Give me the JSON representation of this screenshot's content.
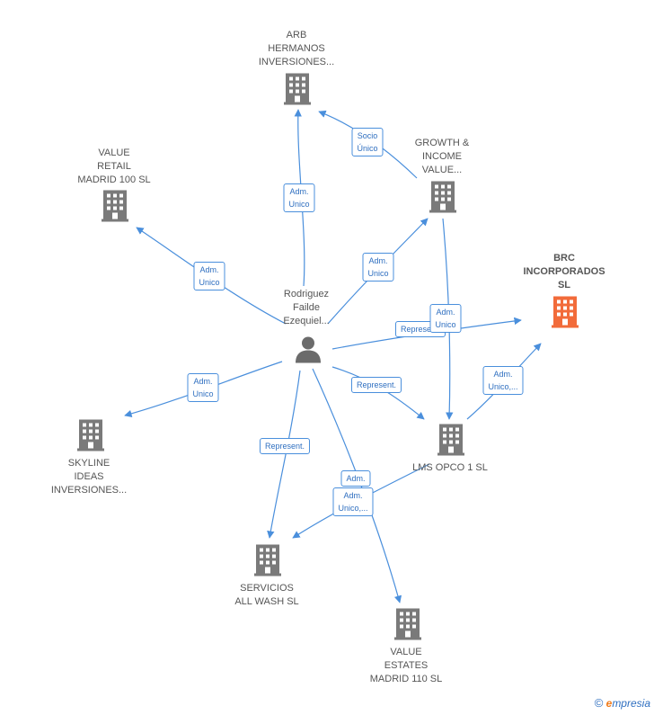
{
  "colors": {
    "edge": "#4a8fdc",
    "company": "#7a7a7a",
    "highlight": "#f26b3a",
    "person": "#6b6b6b"
  },
  "nodes": {
    "arb": {
      "lines": [
        "ARB",
        "HERMANOS",
        "INVERSIONES..."
      ]
    },
    "value_retail": {
      "lines": [
        "VALUE",
        "RETAIL",
        "MADRID 100  SL"
      ]
    },
    "growth": {
      "lines": [
        "GROWTH &",
        "INCOME",
        "VALUE..."
      ]
    },
    "brc": {
      "lines": [
        "BRC",
        "INCORPORADOS",
        "SL"
      ]
    },
    "person": {
      "lines": [
        "Rodriguez",
        "Failde",
        "Ezequiel..."
      ]
    },
    "skyline": {
      "lines": [
        "SKYLINE",
        "IDEAS",
        "INVERSIONES..."
      ]
    },
    "lms": {
      "lines": [
        "LMS OPCO 1  SL"
      ]
    },
    "servicios": {
      "lines": [
        "SERVICIOS",
        "ALL WASH  SL"
      ]
    },
    "value_estates": {
      "lines": [
        "VALUE",
        "ESTATES",
        "MADRID 110  SL"
      ]
    }
  },
  "edge_labels": {
    "socio_unico": [
      "Socio",
      "Único"
    ],
    "adm_arb": [
      "Adm.",
      "Unico"
    ],
    "adm_retail": [
      "Adm.",
      "Unico"
    ],
    "adm_growth": [
      "Adm.",
      "Unico"
    ],
    "represent_brc": [
      "Represent."
    ],
    "adm_growth_lms": [
      "Adm.",
      "Unico"
    ],
    "adm_lms_brc": [
      "Adm.",
      "Unico,..."
    ],
    "adm_skyline": [
      "Adm.",
      "Unico"
    ],
    "represent_lms": [
      "Represent."
    ],
    "represent_servicios": [
      "Represent."
    ],
    "adm_estates": [
      "Adm."
    ],
    "adm_lms_servicios": [
      "Adm.",
      "Unico,..."
    ]
  },
  "brand": {
    "copyright": "©",
    "e": "e",
    "rest": "mpresia"
  }
}
